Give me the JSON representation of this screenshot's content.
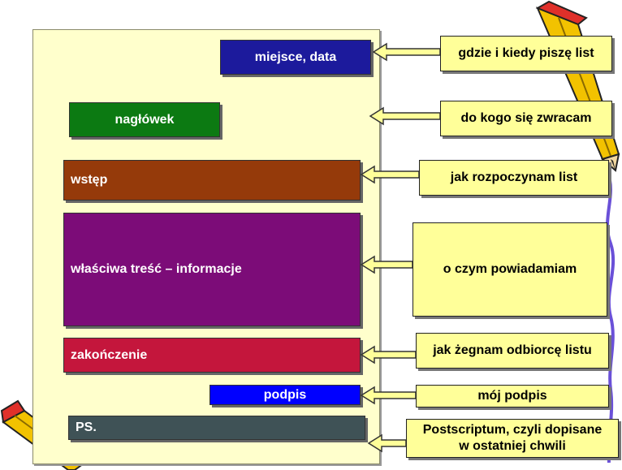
{
  "sections": {
    "miejsce": "miejsce, data",
    "naglowek": "nagłówek",
    "wstep": "wstęp",
    "tresc": "właściwa treść – informacje",
    "zakonczenie": "zakończenie",
    "podpis": "podpis",
    "ps": "PS."
  },
  "notes": {
    "miejsce": "gdzie i kiedy piszę list",
    "naglowek": "do kogo się zwracam",
    "wstep": "jak rozpoczynam list",
    "tresc": "o czym powiadamiam",
    "zakonczenie": "jak żegnam odbiorcę listu",
    "podpis": "mój podpis",
    "ps_line1": "Postscriptum, czyli dopisane",
    "ps_line2": "w ostatniej chwili"
  },
  "colors": {
    "letter_bg": "#ffffcc",
    "note_bg": "#ffff99",
    "miejsce": "#1c1a9c",
    "naglowek": "#0c7a12",
    "wstep": "#953a0a",
    "tresc": "#7c0c78",
    "zakonczenie": "#c4163c",
    "podpis": "#0000ff",
    "ps": "#3f5256"
  },
  "icons": [
    "pencil-icon-top-right",
    "pencil-icon-bottom-left"
  ]
}
